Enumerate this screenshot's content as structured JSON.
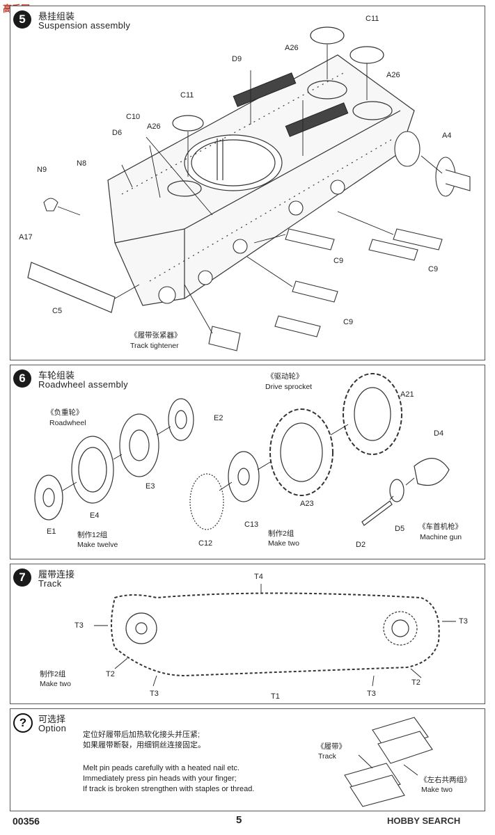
{
  "watermark_top": "高手网",
  "step5": {
    "number": "5",
    "title_cn": "悬挂组装",
    "title_en": "Suspension assembly",
    "labels": {
      "c11_a": "C11",
      "c11_b": "C11",
      "a26_a": "A26",
      "a26_b": "A26",
      "a26_c": "A26",
      "d9": "D9",
      "c10": "C10",
      "d6": "D6",
      "n8": "N8",
      "n9": "N9",
      "a17": "A17",
      "a4": "A4",
      "c5": "C5",
      "c9_a": "C9",
      "c9_b": "C9",
      "c9_c": "C9"
    },
    "tightener_cn": "《履带张紧器》",
    "tightener_en": "Track tightener"
  },
  "step6": {
    "number": "6",
    "title_cn": "车轮组装",
    "title_en": "Roadwheel assembly",
    "roadwheel_cn": "《负重轮》",
    "roadwheel_en": "Roadwheel",
    "sprocket_cn": "《驱动轮》",
    "sprocket_en": "Drive sprocket",
    "mg_cn": "《车首机枪》",
    "mg_en": "Machine gun",
    "make12_cn": "制作12组",
    "make12_en": "Make twelve",
    "make2_cn": "制作2组",
    "make2_en": "Make two",
    "labels": {
      "e1": "E1",
      "e2": "E2",
      "e3": "E3",
      "e4": "E4",
      "c12": "C12",
      "c13": "C13",
      "a21": "A21",
      "a23": "A23",
      "d2": "D2",
      "d4": "D4",
      "d5": "D5"
    }
  },
  "step7": {
    "number": "7",
    "title_cn": "履带连接",
    "title_en": "Track",
    "make2_cn": "制作2组",
    "make2_en": "Make two",
    "labels": {
      "t4": "T4",
      "t3_a": "T3",
      "t3_b": "T3",
      "t3_c": "T3",
      "t3_d": "T3",
      "t2_a": "T2",
      "t2_b": "T2",
      "t1": "T1"
    }
  },
  "option": {
    "number": "?",
    "title_cn": "可选择",
    "title_en": "Option",
    "note_cn_1": "定位好履带后加热软化接头并压紧;",
    "note_cn_2": "如果履带断裂，用细铜丝连接固定。",
    "note_en_1": "Melt pin peads carefully with a heated nail etc.",
    "note_en_2": "Immediately press pin heads with your finger;",
    "note_en_3": "If track is broken strengthen with staples or thread.",
    "track_cn": "《履带》",
    "track_en": "Track",
    "both_cn": "《左右共两组》",
    "both_en": "Make two"
  },
  "footer": {
    "code": "00356",
    "page": "5",
    "watermark": "HOBBY SEARCH"
  }
}
